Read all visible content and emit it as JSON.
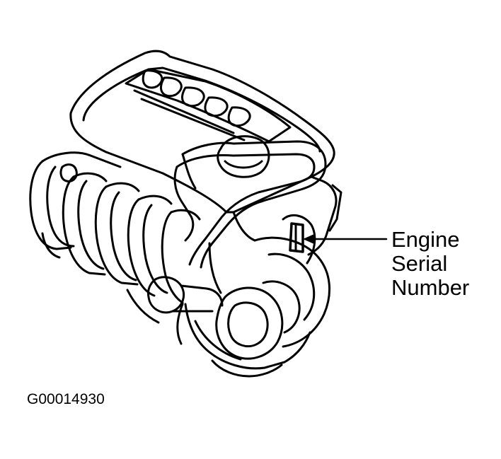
{
  "callout": {
    "line1": "Engine",
    "line2": "Serial",
    "line3": "Number"
  },
  "figure_id": "G00014930",
  "colors": {
    "ink": "#000000",
    "paper": "#ffffff"
  }
}
